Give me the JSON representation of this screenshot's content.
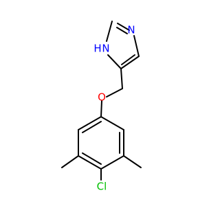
{
  "molecule": {
    "atoms": {
      "n3": {
        "label": "N",
        "color": "#0000ff"
      },
      "n1": {
        "label": "N",
        "color": "#0000ff",
        "h_label": "H"
      },
      "o": {
        "label": "O",
        "color": "#ff0000"
      },
      "cl": {
        "label": "Cl",
        "color": "#00c000"
      }
    },
    "colors": {
      "bond": "#000000",
      "background": "#ffffff"
    }
  }
}
